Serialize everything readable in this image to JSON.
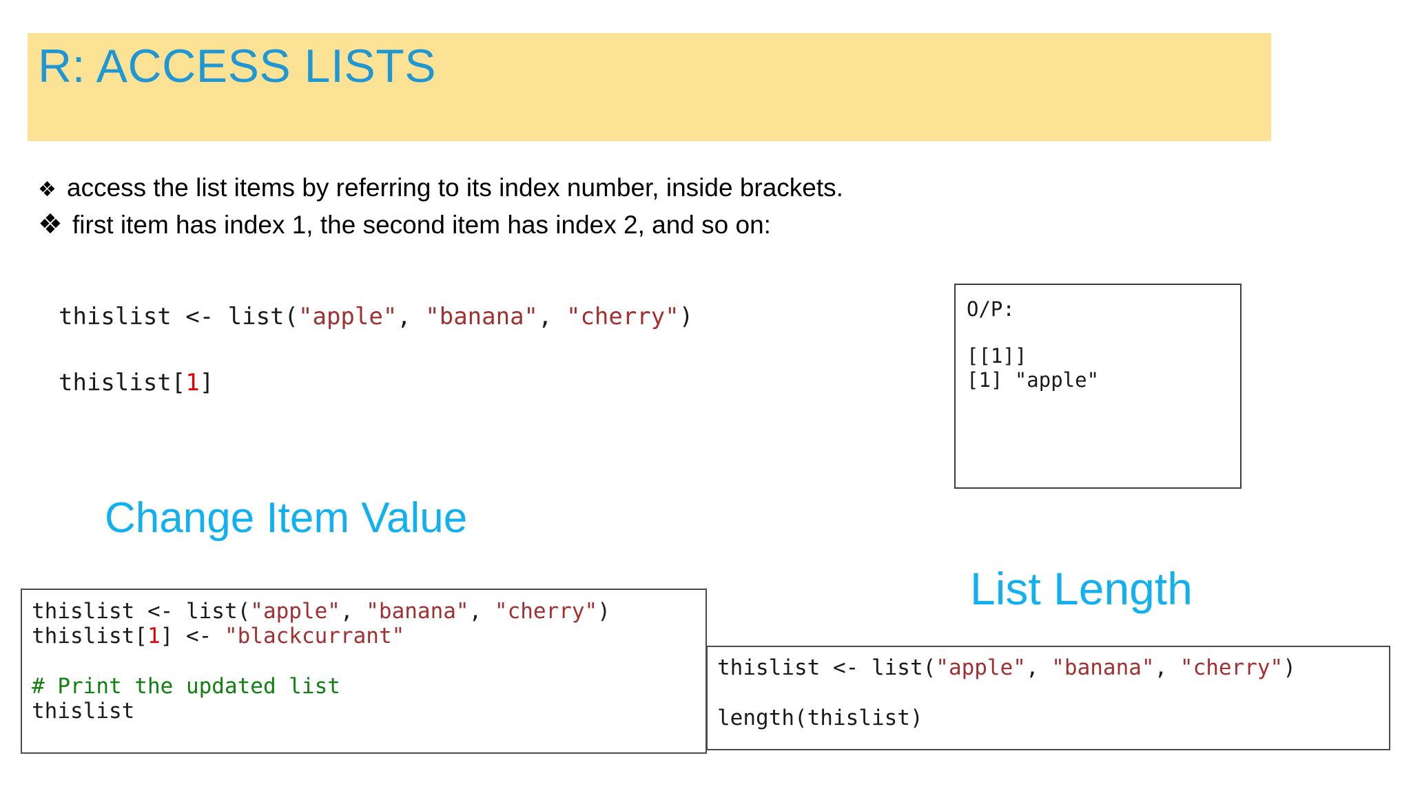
{
  "slide": {
    "title": "R: ACCESS LISTS",
    "title_band_color": "#fbe294",
    "accent_color": "#1f97d4",
    "heading_accent_color": "#12b0ef"
  },
  "bullets": [
    {
      "glyph": "❖",
      "text": "access the list items by referring to its index number, inside brackets."
    },
    {
      "glyph": "❖",
      "text": "first item has index 1, the second item has index 2, and so on:"
    }
  ],
  "main_snippet": {
    "line1": {
      "part1": "thislist <- list(",
      "apple": "\"apple\"",
      "sep1": ", ",
      "banana": "\"banana\"",
      "sep2": ", ",
      "cherry": "\"cherry\"",
      "close": ")"
    },
    "line2": {
      "part1": "thislist[",
      "index": "1",
      "close": "]"
    }
  },
  "output_box": {
    "label": "O/P:",
    "line_blank": "",
    "line1": "[[1]]",
    "line2": "[1] \"apple\""
  },
  "change_item": {
    "heading": "Change Item Value",
    "code": {
      "l1_part1": "thislist <- list(",
      "l1_apple": "\"apple\"",
      "l1_sep1": ", ",
      "l1_banana": "\"banana\"",
      "l1_sep2": ", ",
      "l1_cherry": "\"cherry\"",
      "l1_close": ")",
      "l2_part1": "thislist[",
      "l2_index": "1",
      "l2_part2": "] <- ",
      "l2_value": "\"blackcurrant\"",
      "l3_blank": "",
      "l4_comment": "# Print the updated list",
      "l5": "thislist"
    }
  },
  "list_length": {
    "heading": "List Length",
    "code": {
      "l1_part1": "thislist <- list(",
      "l1_apple": "\"apple\"",
      "l1_sep1": ", ",
      "l1_banana": "\"banana\"",
      "l1_sep2": ", ",
      "l1_cherry": "\"cherry\"",
      "l1_close": ")",
      "l2_blank": "",
      "l3": "length(thislist)"
    }
  },
  "colors": {
    "string_red": "#a33030",
    "number_red": "#e60000",
    "comment_green": "#108010",
    "code_black": "#1a1a1a",
    "border_gray": "#4a4a4a"
  }
}
